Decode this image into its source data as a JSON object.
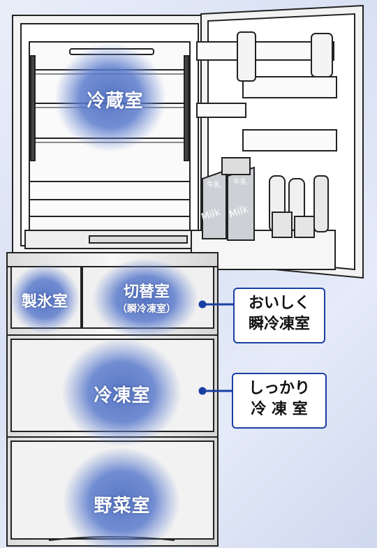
{
  "compartments": {
    "refrigerator": "冷蔵室",
    "ice_maker": "製氷室",
    "switch_room": "切替室",
    "switch_room_sub": "（瞬冷凍室）",
    "freezer": "冷凍室",
    "vegetable": "野菜室"
  },
  "door_labels": {
    "milk_carton": "牛乳",
    "milk_text": "Milk"
  },
  "callouts": {
    "instant_freeze": {
      "line1": "おいしく",
      "line2": "瞬冷凍室"
    },
    "freezer": {
      "line1": "しっかり",
      "line2": "冷 凍 室"
    }
  },
  "colors": {
    "accent_blue": "#1a3fa3",
    "glow_blue": "#5a78c8",
    "background": "#dfe6f6"
  }
}
